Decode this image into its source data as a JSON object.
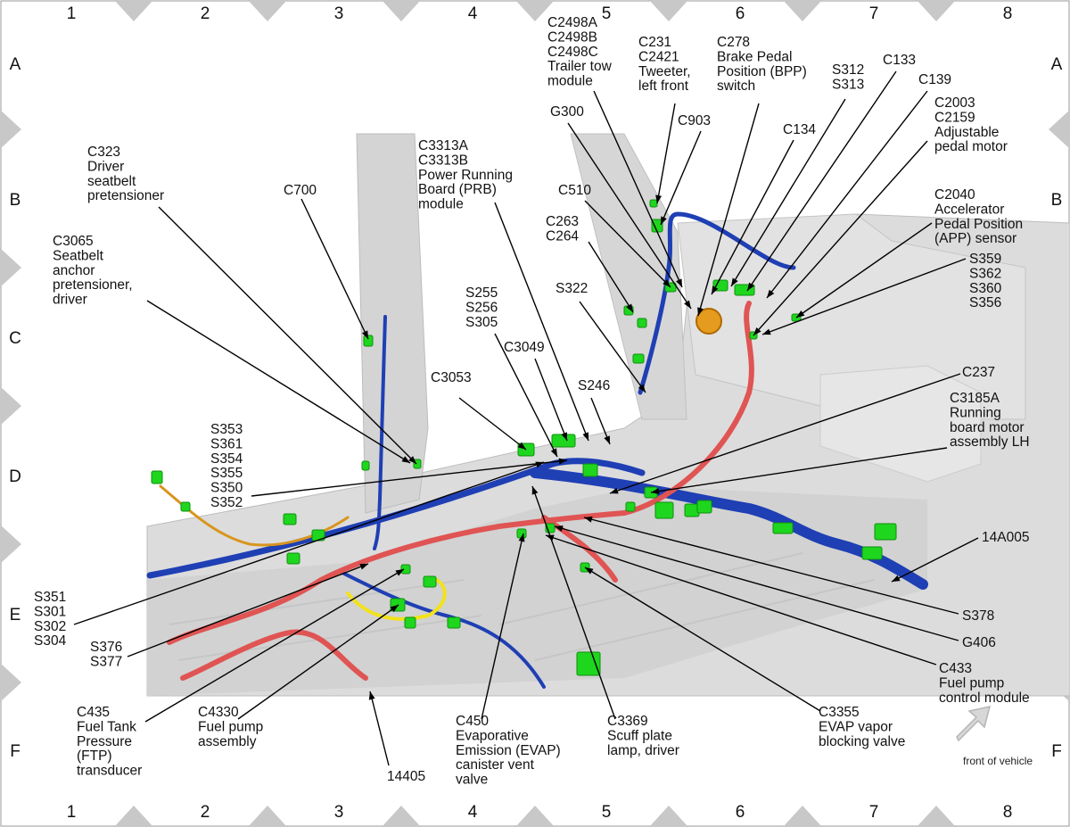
{
  "grid": {
    "columns": [
      "1",
      "2",
      "3",
      "4",
      "5",
      "6",
      "7",
      "8"
    ],
    "rows": [
      "A",
      "B",
      "C",
      "D",
      "E",
      "F"
    ]
  },
  "callouts": [
    {
      "id": "c2498",
      "lines": [
        "C2498A",
        "C2498B",
        "C2498C",
        "Trailer tow",
        "module"
      ]
    },
    {
      "id": "c231",
      "lines": [
        "C231",
        "C2421",
        "Tweeter,",
        "left front"
      ]
    },
    {
      "id": "c278",
      "lines": [
        "C278",
        "Brake Pedal",
        "Position (BPP)",
        "switch"
      ]
    },
    {
      "id": "s312",
      "lines": [
        "S312",
        "S313"
      ]
    },
    {
      "id": "c133",
      "lines": [
        "C133"
      ]
    },
    {
      "id": "c139",
      "lines": [
        "C139"
      ]
    },
    {
      "id": "c2003",
      "lines": [
        "C2003",
        "C2159",
        "Adjustable",
        "pedal motor"
      ]
    },
    {
      "id": "g300",
      "lines": [
        "G300"
      ]
    },
    {
      "id": "c903",
      "lines": [
        "C903"
      ]
    },
    {
      "id": "c134",
      "lines": [
        "C134"
      ]
    },
    {
      "id": "c323",
      "lines": [
        "C323",
        "Driver",
        "seatbelt",
        "pretensioner"
      ]
    },
    {
      "id": "c700",
      "lines": [
        "C700"
      ]
    },
    {
      "id": "c3313",
      "lines": [
        "C3313A",
        "C3313B",
        "Power Running",
        "Board (PRB)",
        "module"
      ]
    },
    {
      "id": "c510",
      "lines": [
        "C510"
      ]
    },
    {
      "id": "c2040",
      "lines": [
        "C2040",
        "Accelerator",
        "Pedal Position",
        "(APP) sensor"
      ]
    },
    {
      "id": "c3065",
      "lines": [
        "C3065",
        "Seatbelt",
        "anchor",
        "pretensioner,",
        "driver"
      ]
    },
    {
      "id": "c263",
      "lines": [
        "C263",
        "C264"
      ]
    },
    {
      "id": "s359",
      "lines": [
        "S359",
        "S362",
        "S360",
        "S356"
      ]
    },
    {
      "id": "s255",
      "lines": [
        "S255",
        "S256",
        "S305"
      ]
    },
    {
      "id": "s322",
      "lines": [
        "S322"
      ]
    },
    {
      "id": "c3049",
      "lines": [
        "C3049"
      ]
    },
    {
      "id": "c3053",
      "lines": [
        "C3053"
      ]
    },
    {
      "id": "s246",
      "lines": [
        "S246"
      ]
    },
    {
      "id": "c237",
      "lines": [
        "C237"
      ]
    },
    {
      "id": "c3185a",
      "lines": [
        "C3185A",
        "Running",
        "board motor",
        "assembly LH"
      ]
    },
    {
      "id": "s353",
      "lines": [
        "S353",
        "S361",
        "S354",
        "S355",
        "S350",
        "S352"
      ]
    },
    {
      "id": "w14a005",
      "lines": [
        "14A005"
      ]
    },
    {
      "id": "s351",
      "lines": [
        "S351",
        "S301",
        "S302",
        "S304"
      ]
    },
    {
      "id": "s376",
      "lines": [
        "S376",
        "S377"
      ]
    },
    {
      "id": "s378",
      "lines": [
        "S378"
      ]
    },
    {
      "id": "g406",
      "lines": [
        "G406"
      ]
    },
    {
      "id": "c433",
      "lines": [
        "C433",
        "Fuel pump",
        "control module"
      ]
    },
    {
      "id": "c435",
      "lines": [
        "C435",
        "Fuel Tank",
        "Pressure",
        "(FTP)",
        "transducer"
      ]
    },
    {
      "id": "c4330",
      "lines": [
        "C4330",
        "Fuel pump",
        "assembly"
      ]
    },
    {
      "id": "w14405",
      "lines": [
        "14405"
      ]
    },
    {
      "id": "c450",
      "lines": [
        "C450",
        "Evaporative",
        "Emission (EVAP)",
        "canister vent",
        "valve"
      ]
    },
    {
      "id": "c3369",
      "lines": [
        "C3369",
        "Scuff plate",
        "lamp, driver"
      ]
    },
    {
      "id": "c3355",
      "lines": [
        "C3355",
        "EVAP vapor",
        "blocking valve"
      ]
    }
  ],
  "front_indicator": {
    "label": "front of vehicle"
  },
  "colors": {
    "wire_blue": "#1f3fb4",
    "wire_red": "#e05454",
    "wire_orange": "#d9951d",
    "wire_yellow": "#f2e21a",
    "connector_green": "#1ed61e",
    "body_panel": "#d9d9d9",
    "grid_marker": "#c8c8c8"
  }
}
